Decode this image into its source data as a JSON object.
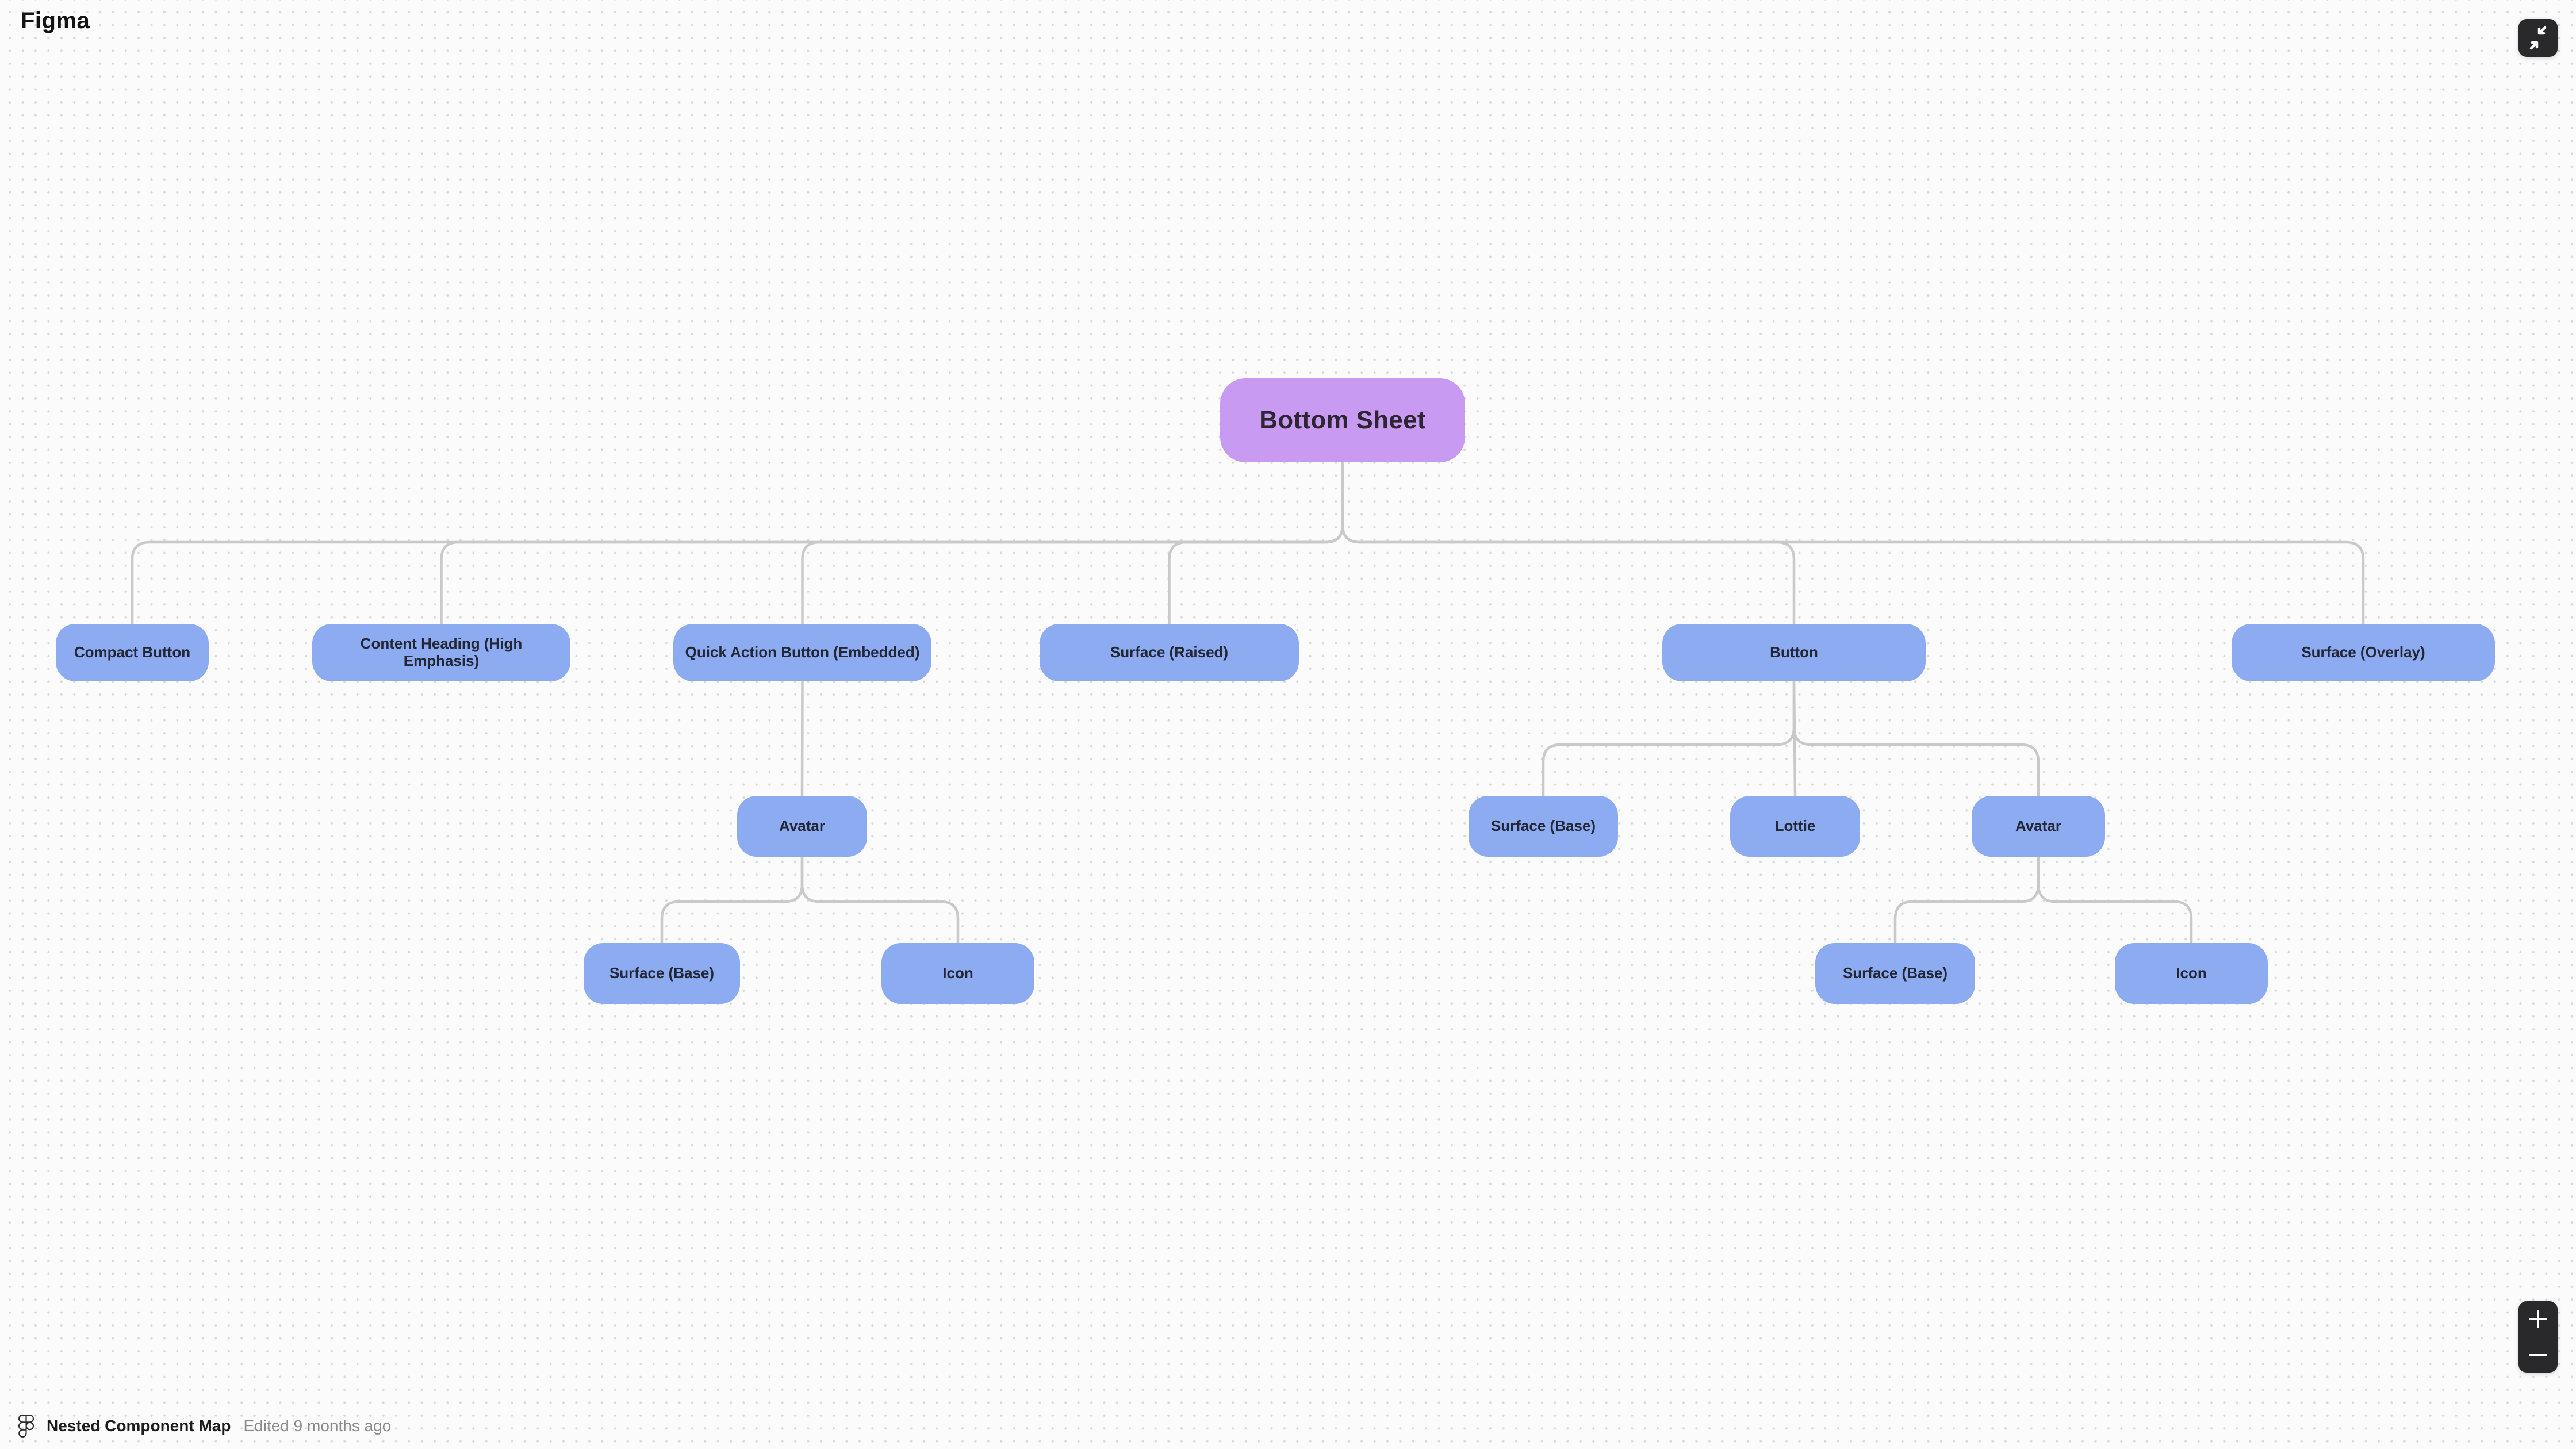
{
  "app": {
    "wordmark": "Figma"
  },
  "controls": {
    "collapse_button": "collapse-view",
    "zoom_in_label": "+",
    "zoom_out_label": "−"
  },
  "footer": {
    "title": "Nested Component Map",
    "edited_text": "Edited 9 months ago"
  },
  "colors": {
    "root_fill": "#c99af2",
    "node_fill": "#8dabf1",
    "node_text": "#222635",
    "edge": "#c9c9c9",
    "canvas_bg": "#fbfbfb",
    "dot_grid": "#d9d9d9",
    "dark_button": "#29292b"
  },
  "diagram": {
    "nodes": [
      {
        "id": "bottom-sheet",
        "label": "Bottom Sheet"
      },
      {
        "id": "compact-button",
        "label": "Compact Button",
        "parent": "bottom-sheet"
      },
      {
        "id": "content-heading",
        "label": "Content Heading (High Emphasis)",
        "parent": "bottom-sheet"
      },
      {
        "id": "quick-action-button",
        "label": "Quick Action Button (Embedded)",
        "parent": "bottom-sheet"
      },
      {
        "id": "surface-raised",
        "label": "Surface (Raised)",
        "parent": "bottom-sheet"
      },
      {
        "id": "button",
        "label": "Button",
        "parent": "bottom-sheet"
      },
      {
        "id": "surface-overlay",
        "label": "Surface (Overlay)",
        "parent": "bottom-sheet"
      },
      {
        "id": "avatar-1",
        "label": "Avatar",
        "parent": "quick-action-button"
      },
      {
        "id": "surface-base-1",
        "label": "Surface (Base)",
        "parent": "avatar-1"
      },
      {
        "id": "icon-1",
        "label": "Icon",
        "parent": "avatar-1"
      },
      {
        "id": "surface-base-2",
        "label": "Surface (Base)",
        "parent": "button"
      },
      {
        "id": "lottie",
        "label": "Lottie",
        "parent": "button"
      },
      {
        "id": "avatar-2",
        "label": "Avatar",
        "parent": "button"
      },
      {
        "id": "surface-base-3",
        "label": "Surface (Base)",
        "parent": "avatar-2"
      },
      {
        "id": "icon-2",
        "label": "Icon",
        "parent": "avatar-2"
      }
    ]
  }
}
